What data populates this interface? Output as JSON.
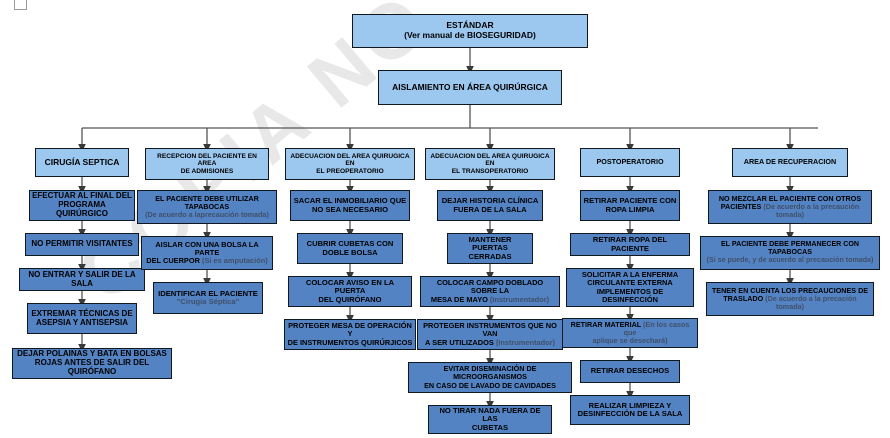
{
  "document": {
    "title": "AISLAMIENTO EN ÁREA QUIRÚRGICA",
    "watermark": "COPIA NO CONTROLADA",
    "crop_mark": "corner-crop-mark"
  },
  "colors": {
    "header_box": "#9cc8f0",
    "body_box": "#5383c3",
    "border": "#12181f",
    "connector": "#555555",
    "note_text": "#40506a",
    "watermark": "#e8e8e8",
    "page_background": "#ffffff"
  },
  "top": {
    "standard": {
      "line1": "ESTÁNDAR",
      "line2": "(Ver manual de BIOSEGURIDAD)"
    },
    "root": {
      "line1": "AISLAMIENTO EN ÁREA QUIRÚRGICA"
    }
  },
  "columns": [
    {
      "id": "cirugia-septica",
      "header": {
        "line1": "CIRUGÍA SEPTICA"
      },
      "steps": [
        {
          "line1": "EFECTUAR AL FINAL DEL",
          "line2": "PROGRAMA QUIRÚRGICO"
        },
        {
          "line1": "NO PERMITIR VISITANTES"
        },
        {
          "line1": "NO ENTRAR Y SALIR DE LA SALA"
        },
        {
          "line1": "EXTREMAR TÉCNICAS DE",
          "line2": "ASEPSIA Y ANTISEPSIA"
        },
        {
          "line1": "DEJAR POLAINAS Y BATA EN BOLSAS",
          "line2": "ROJAS ANTES DE SALIR DEL QUIRÓFANO"
        }
      ]
    },
    {
      "id": "recepcion-paciente",
      "header": {
        "line1": "RECEPCION DEL PACIENTE EN AREA",
        "line2": "DE ADMISIONES"
      },
      "steps": [
        {
          "line1": "EL PACIENTE DEBE UTILIZAR TAPABOCAS",
          "note2": "(De acuerdo a laprecaución tomada)"
        },
        {
          "line1": "AISLAR CON UNA BOLSA LA PARTE",
          "line2": "DEL CUERPOR ",
          "note2": "(Si es amputación)"
        },
        {
          "line1": "IDENTIFICAR EL PACIENTE",
          "note2": "\"Cirugia Séptica\""
        }
      ]
    },
    {
      "id": "preoperatorio",
      "header": {
        "line1": "ADECUACION DEL AREA QUIRUGICA EN",
        "line2": "EL PREOPERATORIO"
      },
      "steps": [
        {
          "line1": "SACAR EL INMOBILIARIO QUE",
          "line2": "NO SEA NECESARIO"
        },
        {
          "line1": "CUBRIR CUBETAS CON",
          "line2": "DOBLE BOLSA"
        },
        {
          "line1": "COLOCAR AVISO EN LA PUERTA",
          "line2": "DEL QUIRÓFANO"
        },
        {
          "line1": "PROTEGER MESA DE OPERACIÓN Y",
          "line2": "DE INSTRUMENTOS QUIRÚRJICOS"
        }
      ]
    },
    {
      "id": "transoperatorio",
      "header": {
        "line1": "ADECUACION DEL AREA QUIRUGICA EN",
        "line2": "EL TRANSOPERATORIO"
      },
      "steps": [
        {
          "line1": "DEJAR HISTORIA CLÍNICA",
          "line2": "FUERA DE LA SALA"
        },
        {
          "line1": "MANTENER PUERTAS",
          "line2": "CERRADAS"
        },
        {
          "line1": "COLOCAR CAMPO DOBLADO SOBRE LA",
          "line2": "MESA DE MAYO ",
          "note2": "(Instrumentador)"
        },
        {
          "line1": "PROTEGER INSTRUMENTOS QUE NO VAN",
          "line2": "A SER UTILIZADOS ",
          "note2": "(Instrumentador)"
        },
        {
          "line1": "EVITAR DISEMINACIÓN DE MICROORGANISMOS",
          "line2": "EN CASO DE LAVADO DE CAVIDADES"
        },
        {
          "line1": "NO TIRAR NADA FUERA DE LAS",
          "line2": "CUBETAS"
        }
      ]
    },
    {
      "id": "postoperatorio",
      "header": {
        "line1": "POSTOPERATORIO"
      },
      "steps": [
        {
          "line1": "RETIRAR PACIENTE CON",
          "line2": "ROPA LIMPIA"
        },
        {
          "line1": "RETIRAR ROPA DEL PACIENTE"
        },
        {
          "line1": "SOLICITAR A LA ENFERMA",
          "line2": "CIRCULANTE EXTERNA",
          "line3": "IMPLEMENTOS DE DESINFECCIÓN"
        },
        {
          "line1": "RETIRAR MATERIAL ",
          "note1": "(En los casos que",
          "note2": "aplique se desechará)"
        },
        {
          "line1": "RETIRAR DESECHOS"
        },
        {
          "line1": "REALIZAR LIMPIEZA Y",
          "line2": "DESINFECCIÓN DE LA SALA"
        }
      ]
    },
    {
      "id": "area-recuperacion",
      "header": {
        "line1": "AREA DE RECUPERACION"
      },
      "steps": [
        {
          "line1": "NO MEZCLAR EL PACIENTE CON OTROS",
          "line2": "PACIENTES ",
          "note2": "(De acuerdo a la precaución tomada)"
        },
        {
          "line1": "EL PACIENTE DEBE PERMANECER CON TAPABOCAS",
          "note2": "(Si se puede, y de acuerdo al precaución tomada)"
        },
        {
          "line1": "TENER EN CUENTA LOS PRECAUCIONES DE",
          "line2": "TRASLADO ",
          "note2": "(De acuerdo a la precación tomada)"
        }
      ]
    }
  ]
}
